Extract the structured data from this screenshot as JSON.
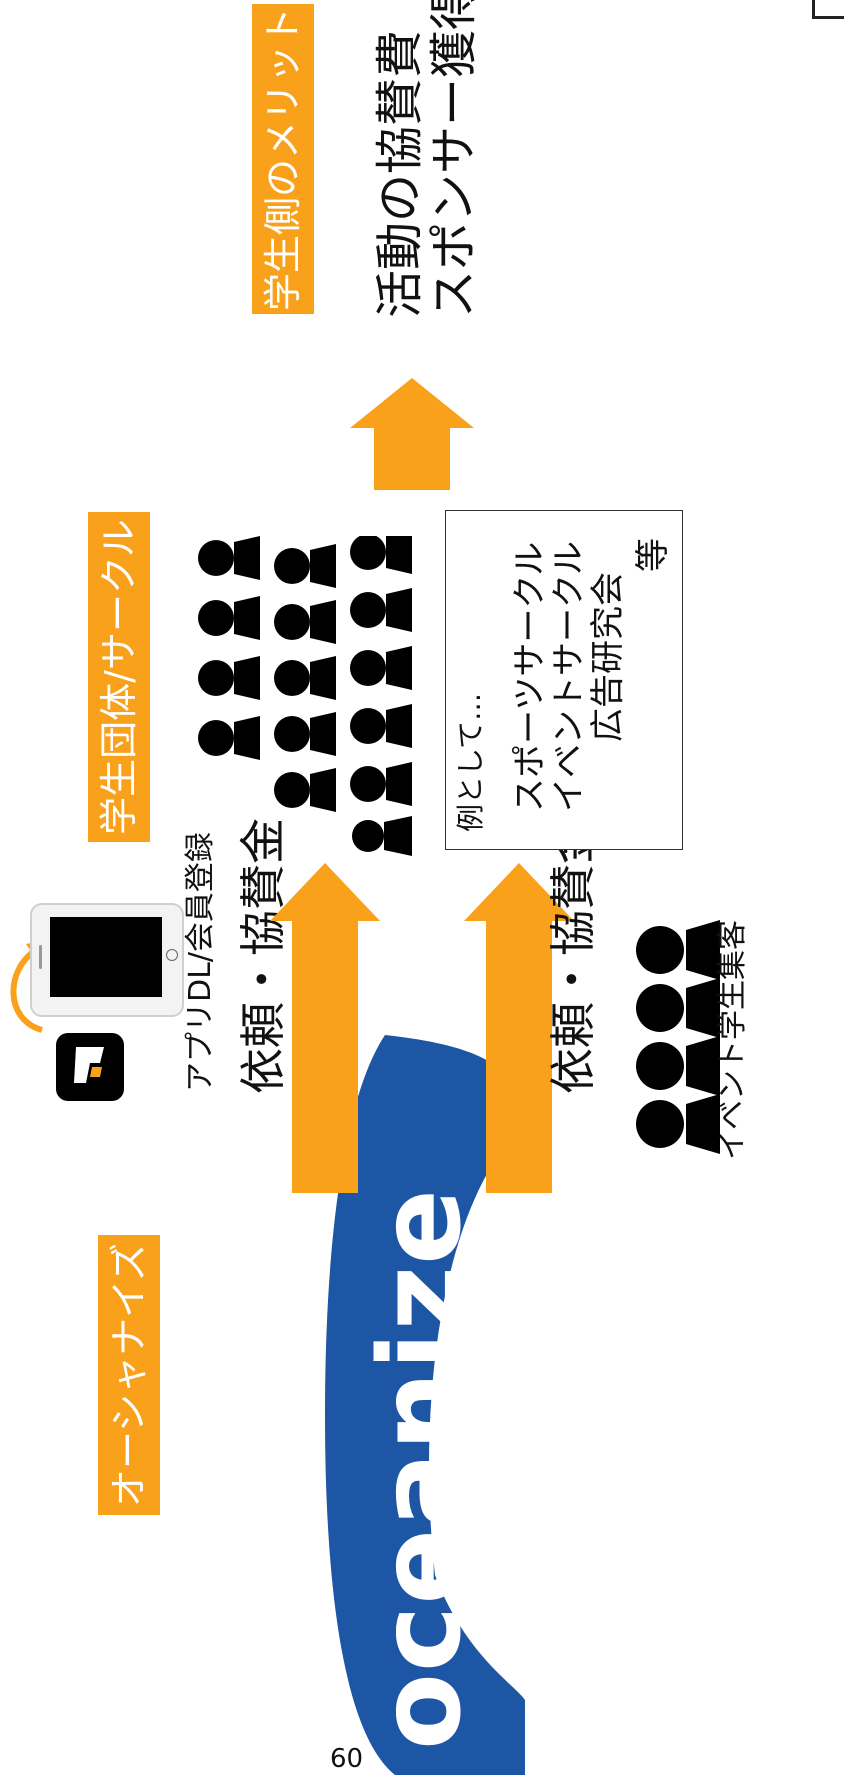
{
  "headers": {
    "left": "オーシャナイズ",
    "middle": "学生団体/サークル",
    "right": "学生側のメリット"
  },
  "top_flow": {
    "caption": "アプリDL/会員登録",
    "label": "依頼・協賛金"
  },
  "bottom_flow": {
    "label": "依頼・協賛金",
    "caption": "イベント学生集客"
  },
  "example_box": {
    "heading": "例として…",
    "items": [
      "スポーツサークル",
      "イベントサークル",
      "広告研究会"
    ],
    "suffix": "等"
  },
  "merits": {
    "line1": "活動の協賛費",
    "line2": "スポンサー獲得"
  },
  "logo": {
    "text": "oceanize"
  },
  "page_number": "60",
  "colors": {
    "accent": "#f9a11b",
    "logo_blue": "#1e56a6",
    "dark": "#000000"
  }
}
